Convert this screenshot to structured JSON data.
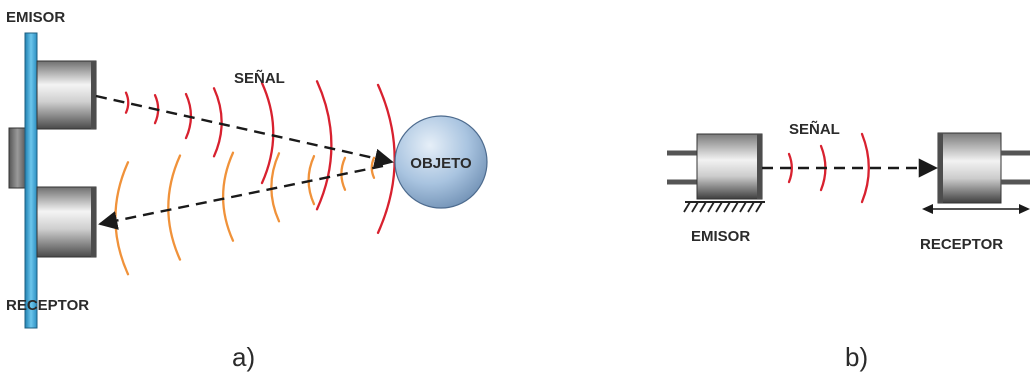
{
  "panel_a": {
    "emitter_label": "EMISOR",
    "receiver_label": "RECEPTOR",
    "signal_label": "SEÑAL",
    "object_label": "OBJETO",
    "caption": "a)"
  },
  "panel_b": {
    "signal_label": "SEÑAL",
    "emitter_label": "EMISOR",
    "receiver_label": "RECEPTOR",
    "caption": "b)"
  },
  "colors": {
    "emitted_wave": "#d8212f",
    "reflected_wave": "#f0923a",
    "backplate": "#3aa6d6",
    "object_fill": "#a9c4e0",
    "dashed_path": "#2b2b2b"
  }
}
